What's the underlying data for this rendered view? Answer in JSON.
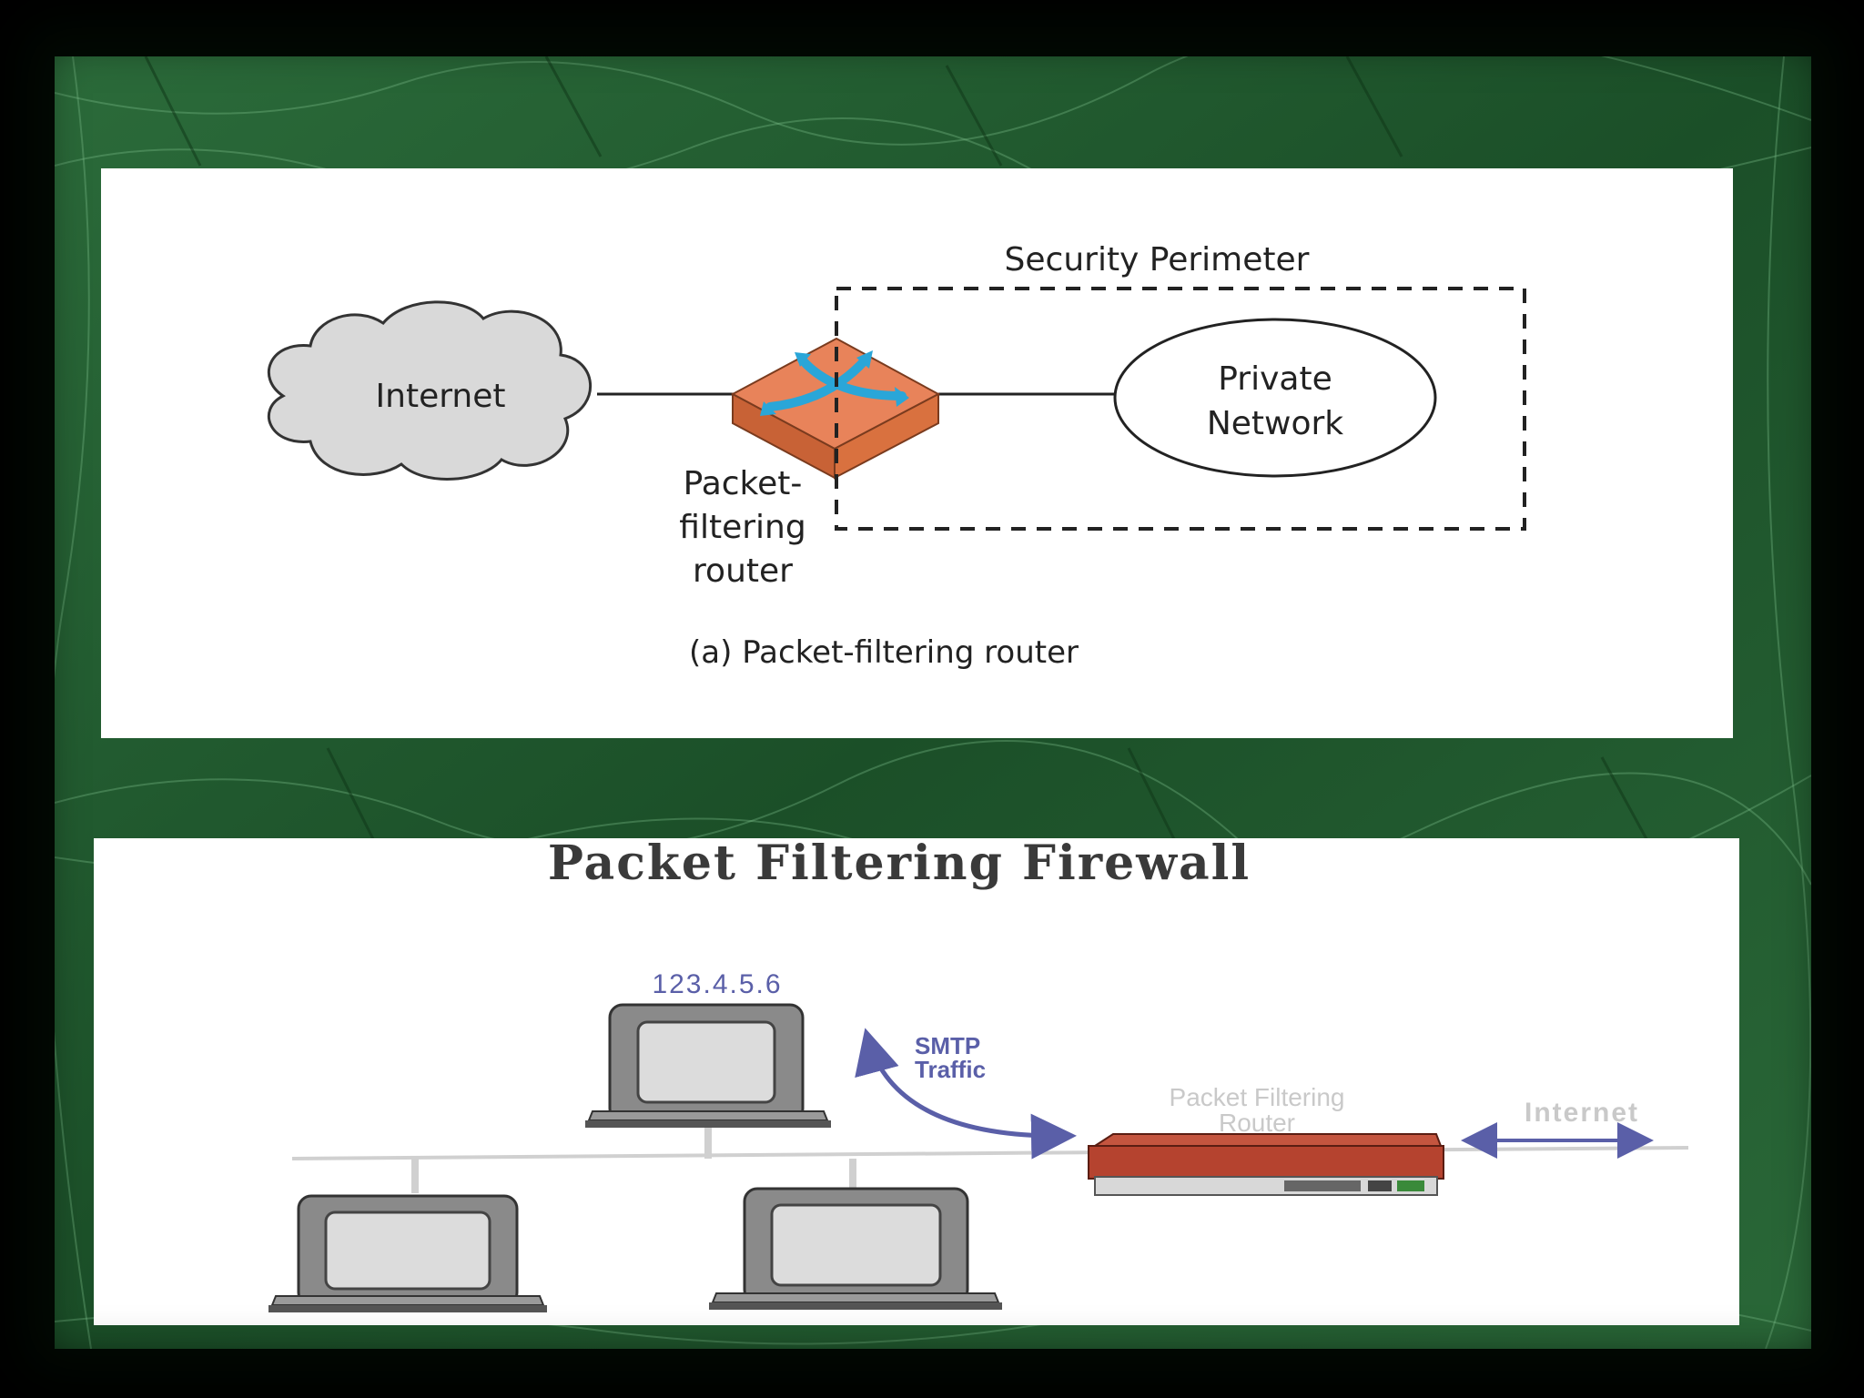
{
  "diagram_top": {
    "cloud_label": "Internet",
    "router_label_lines": [
      "Packet-",
      "filtering",
      "router"
    ],
    "perimeter_label": "Security Perimeter",
    "network_label_lines": [
      "Private",
      "Network"
    ],
    "caption": "(a) Packet-filtering router"
  },
  "diagram_bottom": {
    "title": "Packet Filtering Firewall",
    "host_ip": "123.4.5.6",
    "traffic_label_lines": [
      "SMTP",
      "Traffic"
    ],
    "router_label_lines": [
      "Packet Filtering",
      "Router"
    ],
    "internet_label": "Internet"
  },
  "colors": {
    "background_green": "#1f5a2e",
    "router_orange": "#e8835a",
    "router_arrows": "#2aa6d8",
    "cloud_fill": "#d9d9d9",
    "arrow_blue": "#5a5fa8",
    "hw_router_red": "#b5432f"
  }
}
